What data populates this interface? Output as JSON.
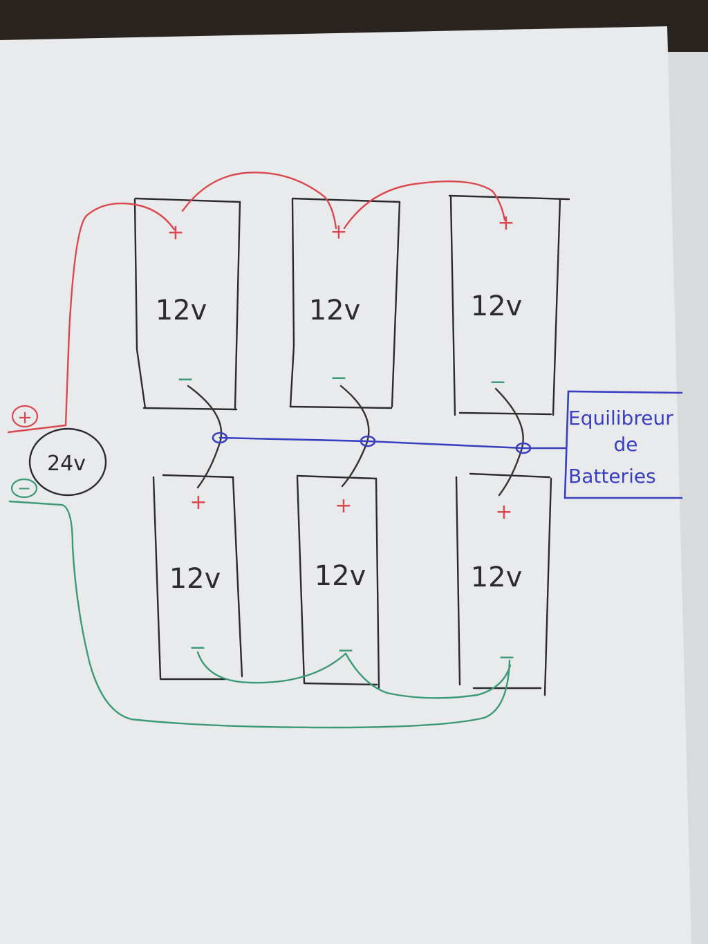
{
  "diagram": {
    "battery_label": "12v",
    "plus_sign": "+",
    "minus_sign": "−",
    "source_label": "24v",
    "balancer": {
      "line1": "Equilibreur",
      "line2": "de",
      "line3": "Batteries"
    },
    "colors": {
      "positive_wire": "#d9484f",
      "negative_wire": "#3a9a78",
      "balancer_wire": "#3a3fc0",
      "outline": "#2b2b2e",
      "paper": "#e9eaec"
    }
  }
}
